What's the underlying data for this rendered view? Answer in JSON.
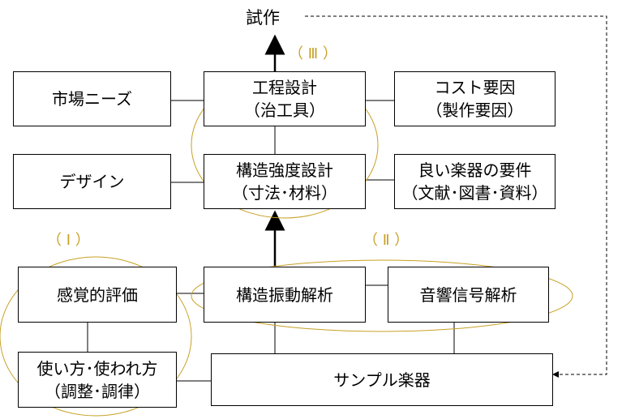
{
  "diagram": {
    "top_label": "試作",
    "boxes": {
      "market_needs": {
        "line1": "市場ニーズ"
      },
      "process_design": {
        "line1": "工程設計",
        "line2": "（治工具）"
      },
      "cost_factors": {
        "line1": "コスト要因",
        "line2": "（製作要因）"
      },
      "design": {
        "line1": "デザイン"
      },
      "structural_strength": {
        "line1": "構造強度設計",
        "line2": "（寸法･材料）"
      },
      "good_instrument": {
        "line1": "良い楽器の要件",
        "line2": "（文献･図書･資料）"
      },
      "sensory_eval": {
        "line1": "感覚的評価"
      },
      "structural_vibration": {
        "line1": "構造振動解析"
      },
      "acoustic_signal": {
        "line1": "音響信号解析"
      },
      "usage": {
        "line1": "使い方･使われ方",
        "line2": "（調整･調律）"
      },
      "sample_instrument": {
        "line1": "サンプル楽器"
      }
    },
    "group_labels": {
      "g1": "（ Ⅰ ）",
      "g2": "（ Ⅱ ）",
      "g3": "（ Ⅲ ）"
    },
    "ellipse_color": "#c8a024"
  }
}
